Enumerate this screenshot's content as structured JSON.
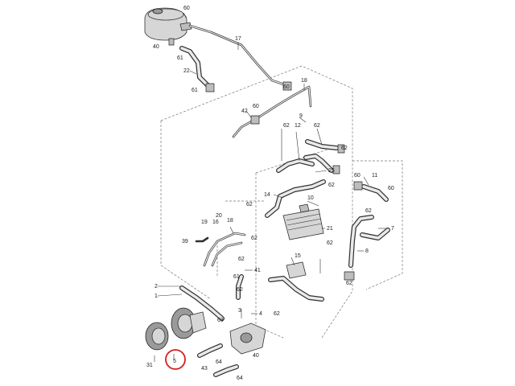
{
  "diagram": {
    "labels": [
      {
        "id": "l60a",
        "text": "60"
      },
      {
        "id": "l40a",
        "text": "40"
      },
      {
        "id": "l61a",
        "text": "61"
      },
      {
        "id": "l17",
        "text": "17"
      },
      {
        "id": "l22",
        "text": "22"
      },
      {
        "id": "l61b",
        "text": "61"
      },
      {
        "id": "l60b",
        "text": "60"
      },
      {
        "id": "l18",
        "text": "18"
      },
      {
        "id": "l42",
        "text": "42"
      },
      {
        "id": "l60c",
        "text": "60"
      },
      {
        "id": "l9",
        "text": "9"
      },
      {
        "id": "l62a",
        "text": "62"
      },
      {
        "id": "l12",
        "text": "12"
      },
      {
        "id": "l62b",
        "text": "62"
      },
      {
        "id": "l62c",
        "text": "62"
      },
      {
        "id": "l25",
        "text": "25"
      },
      {
        "id": "l60d",
        "text": "60"
      },
      {
        "id": "l11",
        "text": "11"
      },
      {
        "id": "l60e",
        "text": "60"
      },
      {
        "id": "l62d",
        "text": "62"
      },
      {
        "id": "l14",
        "text": "14"
      },
      {
        "id": "l10",
        "text": "10"
      },
      {
        "id": "l21",
        "text": "21"
      },
      {
        "id": "l62e",
        "text": "62"
      },
      {
        "id": "l62f",
        "text": "62"
      },
      {
        "id": "l7",
        "text": "7"
      },
      {
        "id": "l20",
        "text": "20"
      },
      {
        "id": "l19",
        "text": "19"
      },
      {
        "id": "l16",
        "text": "16"
      },
      {
        "id": "l18b",
        "text": "18"
      },
      {
        "id": "l62g",
        "text": "62"
      },
      {
        "id": "l39",
        "text": "39"
      },
      {
        "id": "l62h",
        "text": "62"
      },
      {
        "id": "l8",
        "text": "8"
      },
      {
        "id": "l62i",
        "text": "62"
      },
      {
        "id": "l15",
        "text": "15"
      },
      {
        "id": "l62j",
        "text": "62"
      },
      {
        "id": "l41",
        "text": "41"
      },
      {
        "id": "l61c",
        "text": "61"
      },
      {
        "id": "l2",
        "text": "2"
      },
      {
        "id": "l1",
        "text": "1"
      },
      {
        "id": "l62k",
        "text": "62"
      },
      {
        "id": "l4",
        "text": "4"
      },
      {
        "id": "l3",
        "text": "3"
      },
      {
        "id": "l62l",
        "text": "62"
      },
      {
        "id": "l63",
        "text": "63"
      },
      {
        "id": "l31",
        "text": "31"
      },
      {
        "id": "l5",
        "text": "5"
      },
      {
        "id": "l64a",
        "text": "64"
      },
      {
        "id": "l40b",
        "text": "40"
      },
      {
        "id": "l43",
        "text": "43"
      },
      {
        "id": "l64b",
        "text": "64"
      }
    ]
  }
}
